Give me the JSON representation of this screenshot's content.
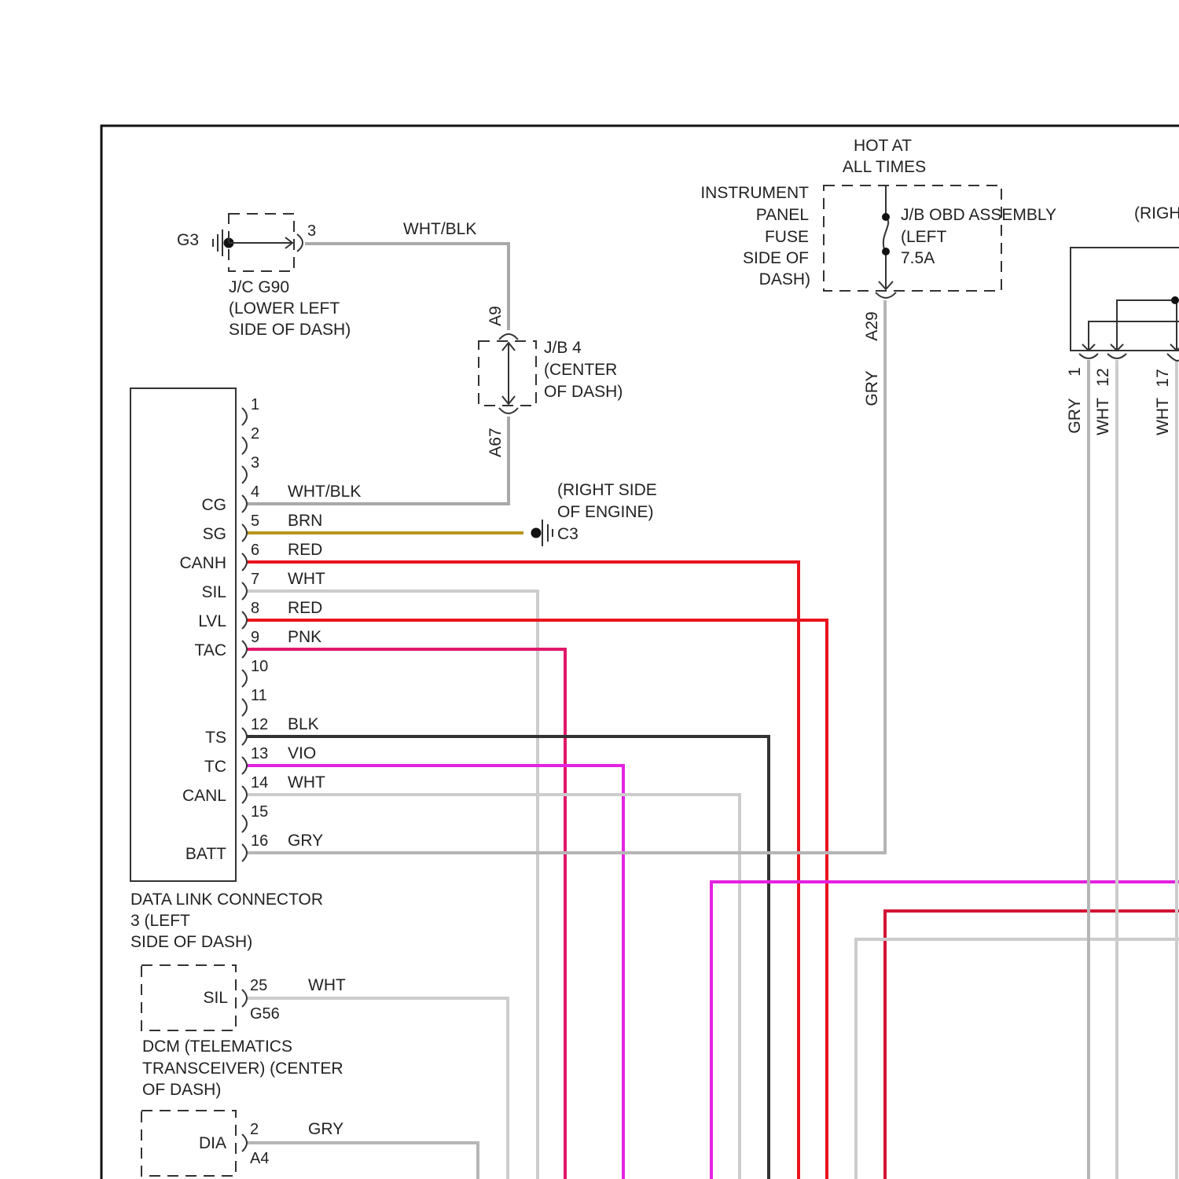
{
  "colors": {
    "WHT": "#cccccc",
    "GRY": "#b5b5b5",
    "WHT_BLK": "#a9a9a9",
    "BRN": "#b8961e",
    "RED": "#e8141e",
    "PNK": "#e0186a",
    "BLK": "#333333",
    "VIO": "#e422e0",
    "RED_DARK": "#d21433"
  },
  "hot": {
    "line1": "HOT AT",
    "line2": "ALL TIMES"
  },
  "instrument_fuse": {
    "lines": [
      "INSTRUMENT",
      "PANEL",
      "FUSE",
      "SIDE OF",
      "DASH)"
    ]
  },
  "obd_jb": {
    "lines": [
      "J/B OBD ASSEMBLY",
      "(LEFT",
      "7.5A"
    ]
  },
  "right_partial": "(RIGH",
  "g3": {
    "label": "G3",
    "pin": "3",
    "wire": "WHT/BLK"
  },
  "jc_g90": {
    "lines": [
      "J/C G90",
      "(LOWER LEFT",
      "SIDE OF DASH)"
    ]
  },
  "jb4": {
    "lines": [
      "J/B 4",
      "(CENTER",
      "OF DASH)"
    ],
    "pin_top": "A9",
    "pin_bottom": "A67"
  },
  "a29": {
    "pin": "A29",
    "wire": "GRY"
  },
  "right_pins": [
    {
      "pin": "1",
      "wire": "GRY"
    },
    {
      "pin": "12",
      "wire": "WHT"
    },
    {
      "pin": "17",
      "wire": "WHT"
    }
  ],
  "c3": {
    "lines": [
      "(RIGHT SIDE",
      "OF ENGINE)"
    ],
    "label": "C3"
  },
  "dlc": {
    "pins": [
      {
        "num": "1",
        "signal": "",
        "wire": ""
      },
      {
        "num": "2",
        "signal": "",
        "wire": ""
      },
      {
        "num": "3",
        "signal": "",
        "wire": ""
      },
      {
        "num": "4",
        "signal": "CG",
        "wire": "WHT/BLK"
      },
      {
        "num": "5",
        "signal": "SG",
        "wire": "BRN"
      },
      {
        "num": "6",
        "signal": "CANH",
        "wire": "RED"
      },
      {
        "num": "7",
        "signal": "SIL",
        "wire": "WHT"
      },
      {
        "num": "8",
        "signal": "LVL",
        "wire": "RED"
      },
      {
        "num": "9",
        "signal": "TAC",
        "wire": "PNK"
      },
      {
        "num": "10",
        "signal": "",
        "wire": ""
      },
      {
        "num": "11",
        "signal": "",
        "wire": ""
      },
      {
        "num": "12",
        "signal": "TS",
        "wire": "BLK"
      },
      {
        "num": "13",
        "signal": "TC",
        "wire": "VIO"
      },
      {
        "num": "14",
        "signal": "CANL",
        "wire": "WHT"
      },
      {
        "num": "15",
        "signal": "",
        "wire": ""
      },
      {
        "num": "16",
        "signal": "BATT",
        "wire": "GRY"
      }
    ],
    "caption": [
      "DATA LINK CONNECTOR",
      "3 (LEFT",
      "SIDE OF DASH)"
    ]
  },
  "dcm": {
    "signal": "SIL",
    "pin": "25",
    "wire": "WHT",
    "connector": "G56",
    "caption": [
      "DCM (TELEMATICS",
      "TRANSCEIVER) (CENTER",
      "OF DASH)"
    ]
  },
  "dia": {
    "signal": "DIA",
    "pin": "2",
    "wire": "GRY",
    "connector": "A4"
  }
}
